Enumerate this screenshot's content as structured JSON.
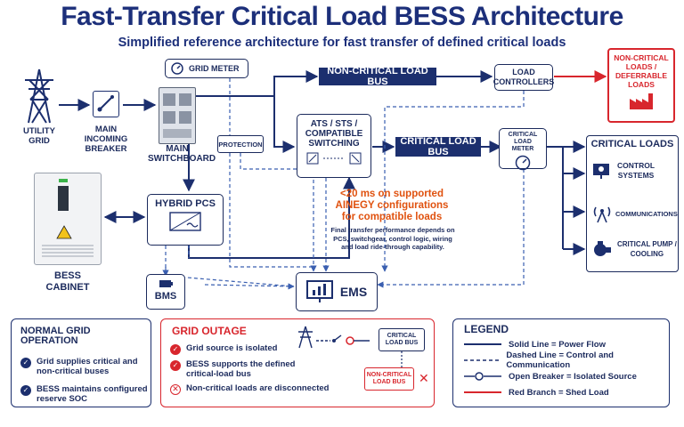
{
  "header": {
    "title": "Fast-Transfer Critical Load BESS Architecture",
    "subtitle": "Simplified reference architecture for fast transfer of defined critical loads"
  },
  "components": {
    "utility_grid": "UTILITY\nGRID",
    "main_breaker": "MAIN\nINCOMING\nBREAKER",
    "main_switchboard": "MAIN\nSWITCHBOARD",
    "grid_meter": "GRID METER",
    "protection": "PROTECTION",
    "ats": "ATS / STS /\nCOMPATIBLE\nSWITCHING",
    "noncritical_bus": "NON-CRITICAL LOAD BUS",
    "critical_bus": "CRITICAL LOAD BUS",
    "load_controllers": "LOAD\nCONTROLLERS",
    "critical_meter": "CRITICAL LOAD\nMETER",
    "noncritical_loads": "NON-CRITICAL\nLOADS /\nDEFERRABLE\nLOADS",
    "critical_loads_title": "CRITICAL LOADS",
    "critical_loads": [
      {
        "label": "CONTROL\nSYSTEMS",
        "icon": "gear-monitor-icon"
      },
      {
        "label": "COMMUNICATIONS",
        "icon": "antenna-icon"
      },
      {
        "label": "CRITICAL PUMP /\nCOOLING",
        "icon": "pump-icon"
      }
    ],
    "hybrid_pcs": "HYBRID PCS",
    "bess_cabinet": "BESS\nCABINET",
    "bms": "BMS",
    "ems": "EMS"
  },
  "notes": {
    "transfer_time": "<20 ms on supported\nAINEGY configurations\nfor compatible loads",
    "transfer_detail": "Final transfer performance depends on\nPCS, switchgear, control logic, wiring\nand load ride-through capability."
  },
  "normal_panel": {
    "title": "NORMAL GRID OPERATION",
    "items": [
      "Grid supplies critical and\nnon-critical buses",
      "BESS maintains configured\nreserve SOC"
    ]
  },
  "outage_panel": {
    "title": "GRID OUTAGE",
    "items": [
      "Grid source is isolated",
      "BESS supports the defined\ncritical-load bus",
      "Non-critical loads are disconnected"
    ],
    "critical_bus": "CRITICAL\nLOAD BUS",
    "noncritical_bus": "NON-CRITICAL\nLOAD BUS"
  },
  "legend": {
    "title": "LEGEND",
    "items": [
      "Solid Line = Power Flow",
      "Dashed Line = Control and Communication",
      "Open Breaker = Isolated Source",
      "Red Branch = Shed Load"
    ]
  },
  "colors": {
    "navy": "#1c2f6e",
    "red": "#d8262d",
    "orange": "#e0520f",
    "dashed": "#3a5fb0"
  }
}
